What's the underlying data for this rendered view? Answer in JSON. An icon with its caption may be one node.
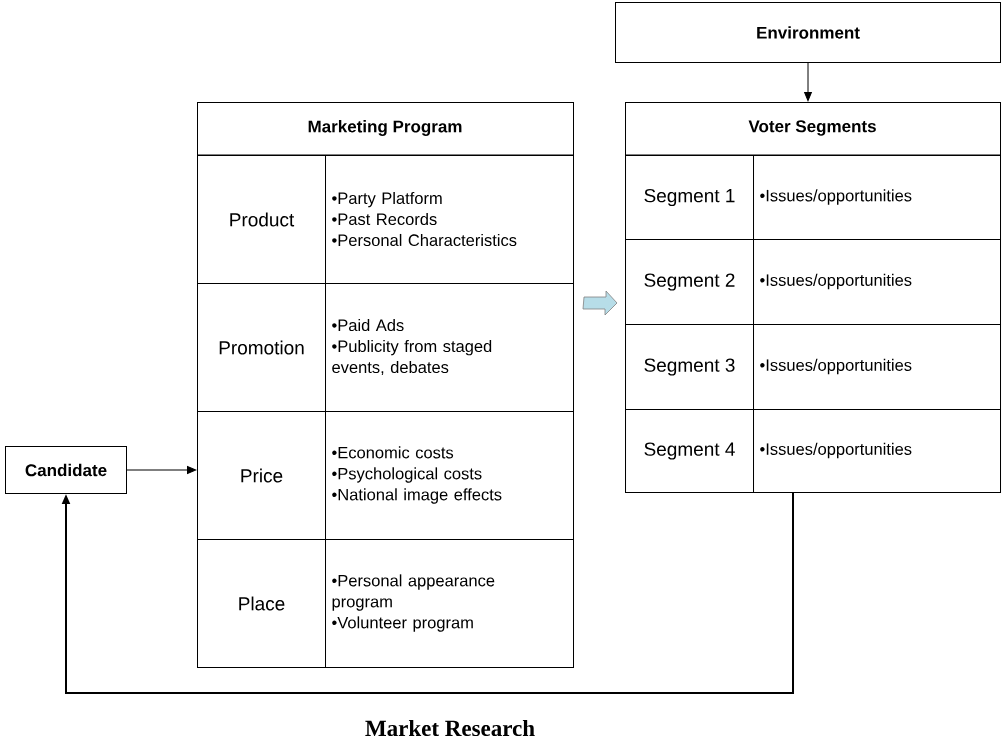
{
  "diagram": {
    "nodes": [
      {
        "text": [
          "Environment"
        ]
      },
      {
        "text": [
          "Marketing Program"
        ]
      },
      {
        "text": [
          "Product"
        ],
        "in": 1
      },
      {
        "text": [
          "•Party Platform",
          "•Past Records",
          "•Personal Characteristics"
        ],
        "in": 1
      },
      {
        "text": [
          "Promotion"
        ],
        "in": 1
      },
      {
        "text": [
          "•Paid Ads",
          "•Publicity from staged events, debates"
        ],
        "in": 1
      },
      {
        "text": [
          "Price"
        ],
        "in": 1
      },
      {
        "text": [
          "•Economic costs",
          "•Psychological costs",
          "•National image effects"
        ],
        "in": 1
      },
      {
        "text": [
          "Place"
        ],
        "in": 1
      },
      {
        "text": [
          "•Personal appearance program",
          "•Volunteer program"
        ],
        "in": 1
      },
      {
        "text": [
          "Voter Segments"
        ]
      },
      {
        "text": [
          "Segment 1"
        ],
        "in": 10
      },
      {
        "text": [
          "•Issues/opportunities"
        ],
        "in": 10
      },
      {
        "text": [
          "Segment 2"
        ],
        "in": 10
      },
      {
        "text": [
          "•Issues/opportunities"
        ],
        "in": 10
      },
      {
        "text": [
          "Segment 3"
        ],
        "in": 10
      },
      {
        "text": [
          "•Issues/opportunities"
        ],
        "in": 10
      },
      {
        "text": [
          "Segment 4"
        ],
        "in": 10
      },
      {
        "text": [
          "•Issues/opportunities"
        ],
        "in": 10
      },
      {
        "text": [
          "Candidate"
        ]
      }
    ],
    "edges": [
      {
        "from": 0,
        "to": 10,
        "arrow": "to"
      },
      {
        "from": 19,
        "to": 1,
        "arrow": "to"
      },
      {
        "from": 1,
        "to": 10,
        "arrow": "to",
        "color": "#b7dde8"
      },
      {
        "from": 10,
        "to": 19,
        "arrow": "to",
        "label": "Market Research"
      }
    ]
  }
}
